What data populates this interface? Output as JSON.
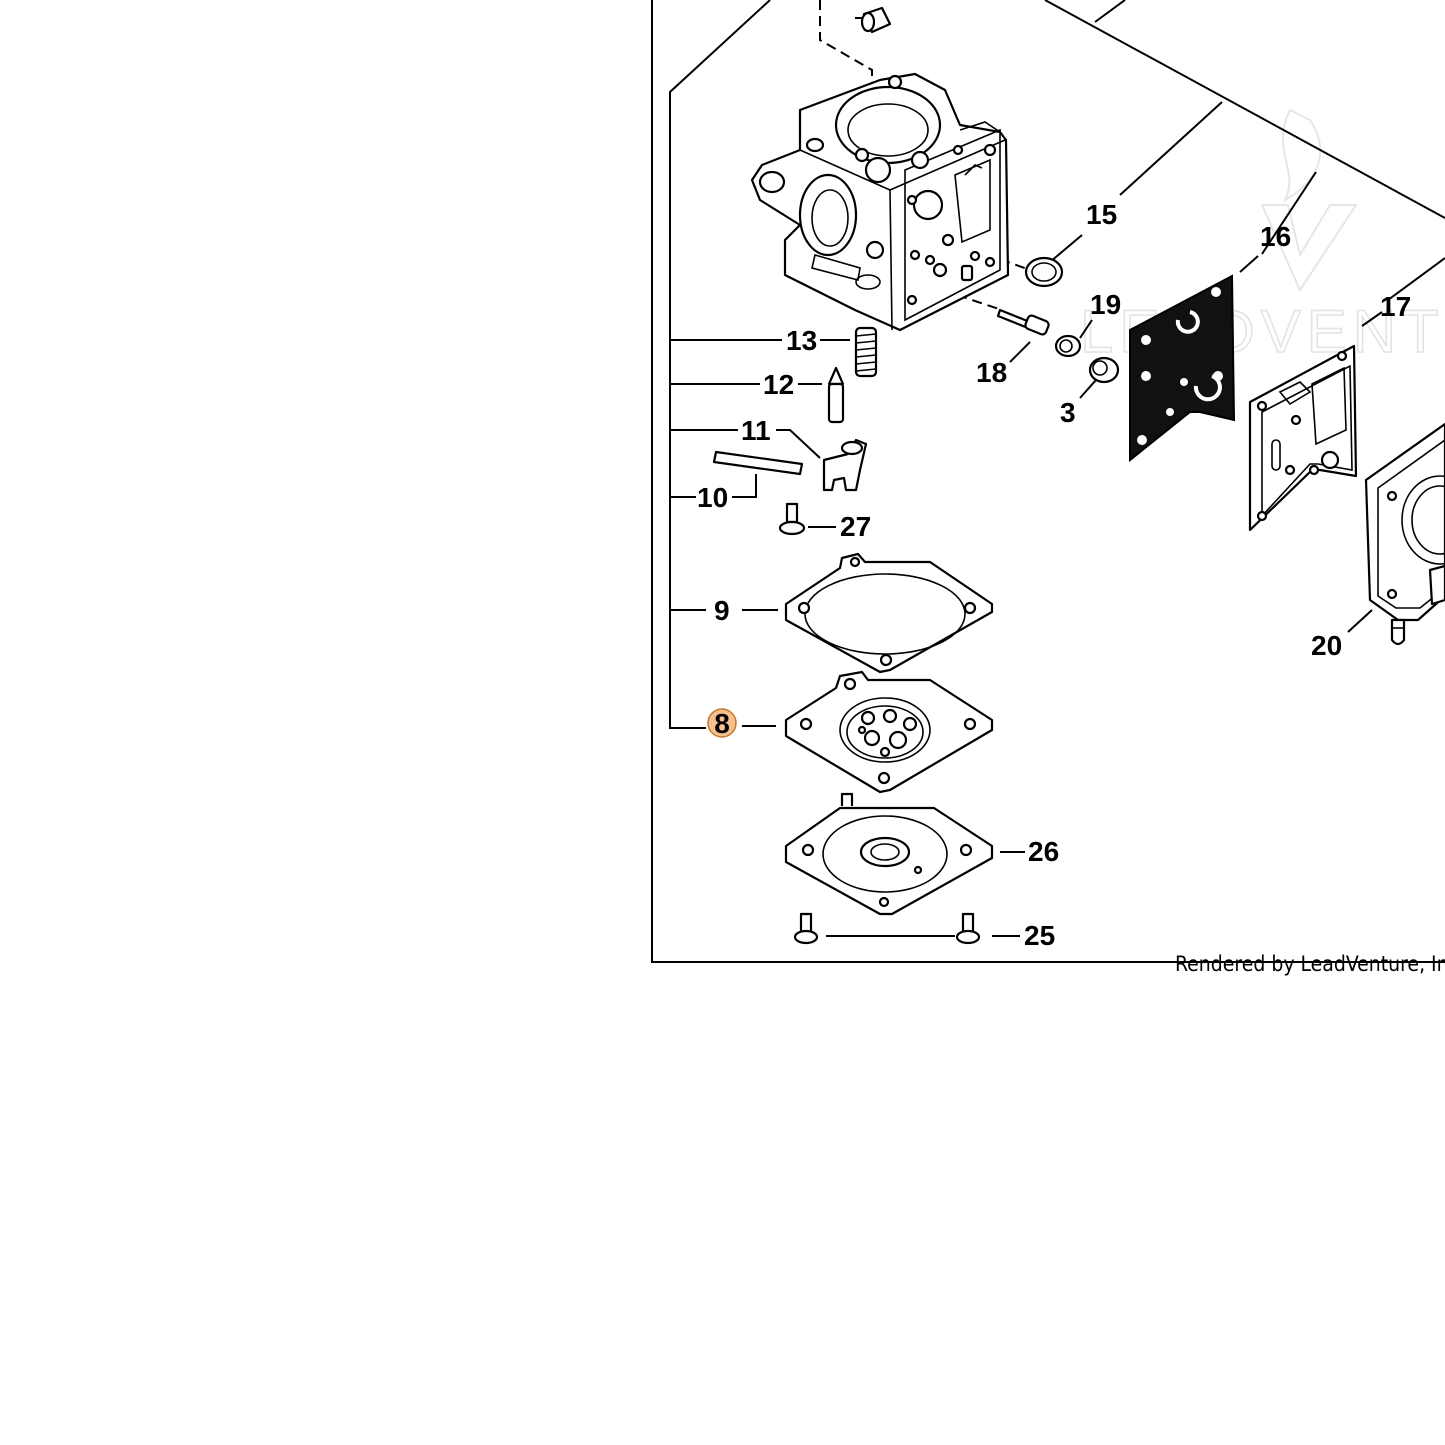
{
  "callouts": {
    "c3": "3",
    "c8": "8",
    "c9": "9",
    "c10": "10",
    "c11": "11",
    "c12": "12",
    "c13": "13",
    "c15": "15",
    "c16": "16",
    "c17": "17",
    "c18": "18",
    "c19": "19",
    "c20": "20",
    "c25": "25",
    "c26": "26",
    "c27": "27"
  },
  "highlight": {
    "part": "8",
    "fill": "#f4c08e",
    "stroke": "#c8782e"
  },
  "credit": "Rendered by LeadVenture, Inc.",
  "watermark": "LEADVENTURE"
}
